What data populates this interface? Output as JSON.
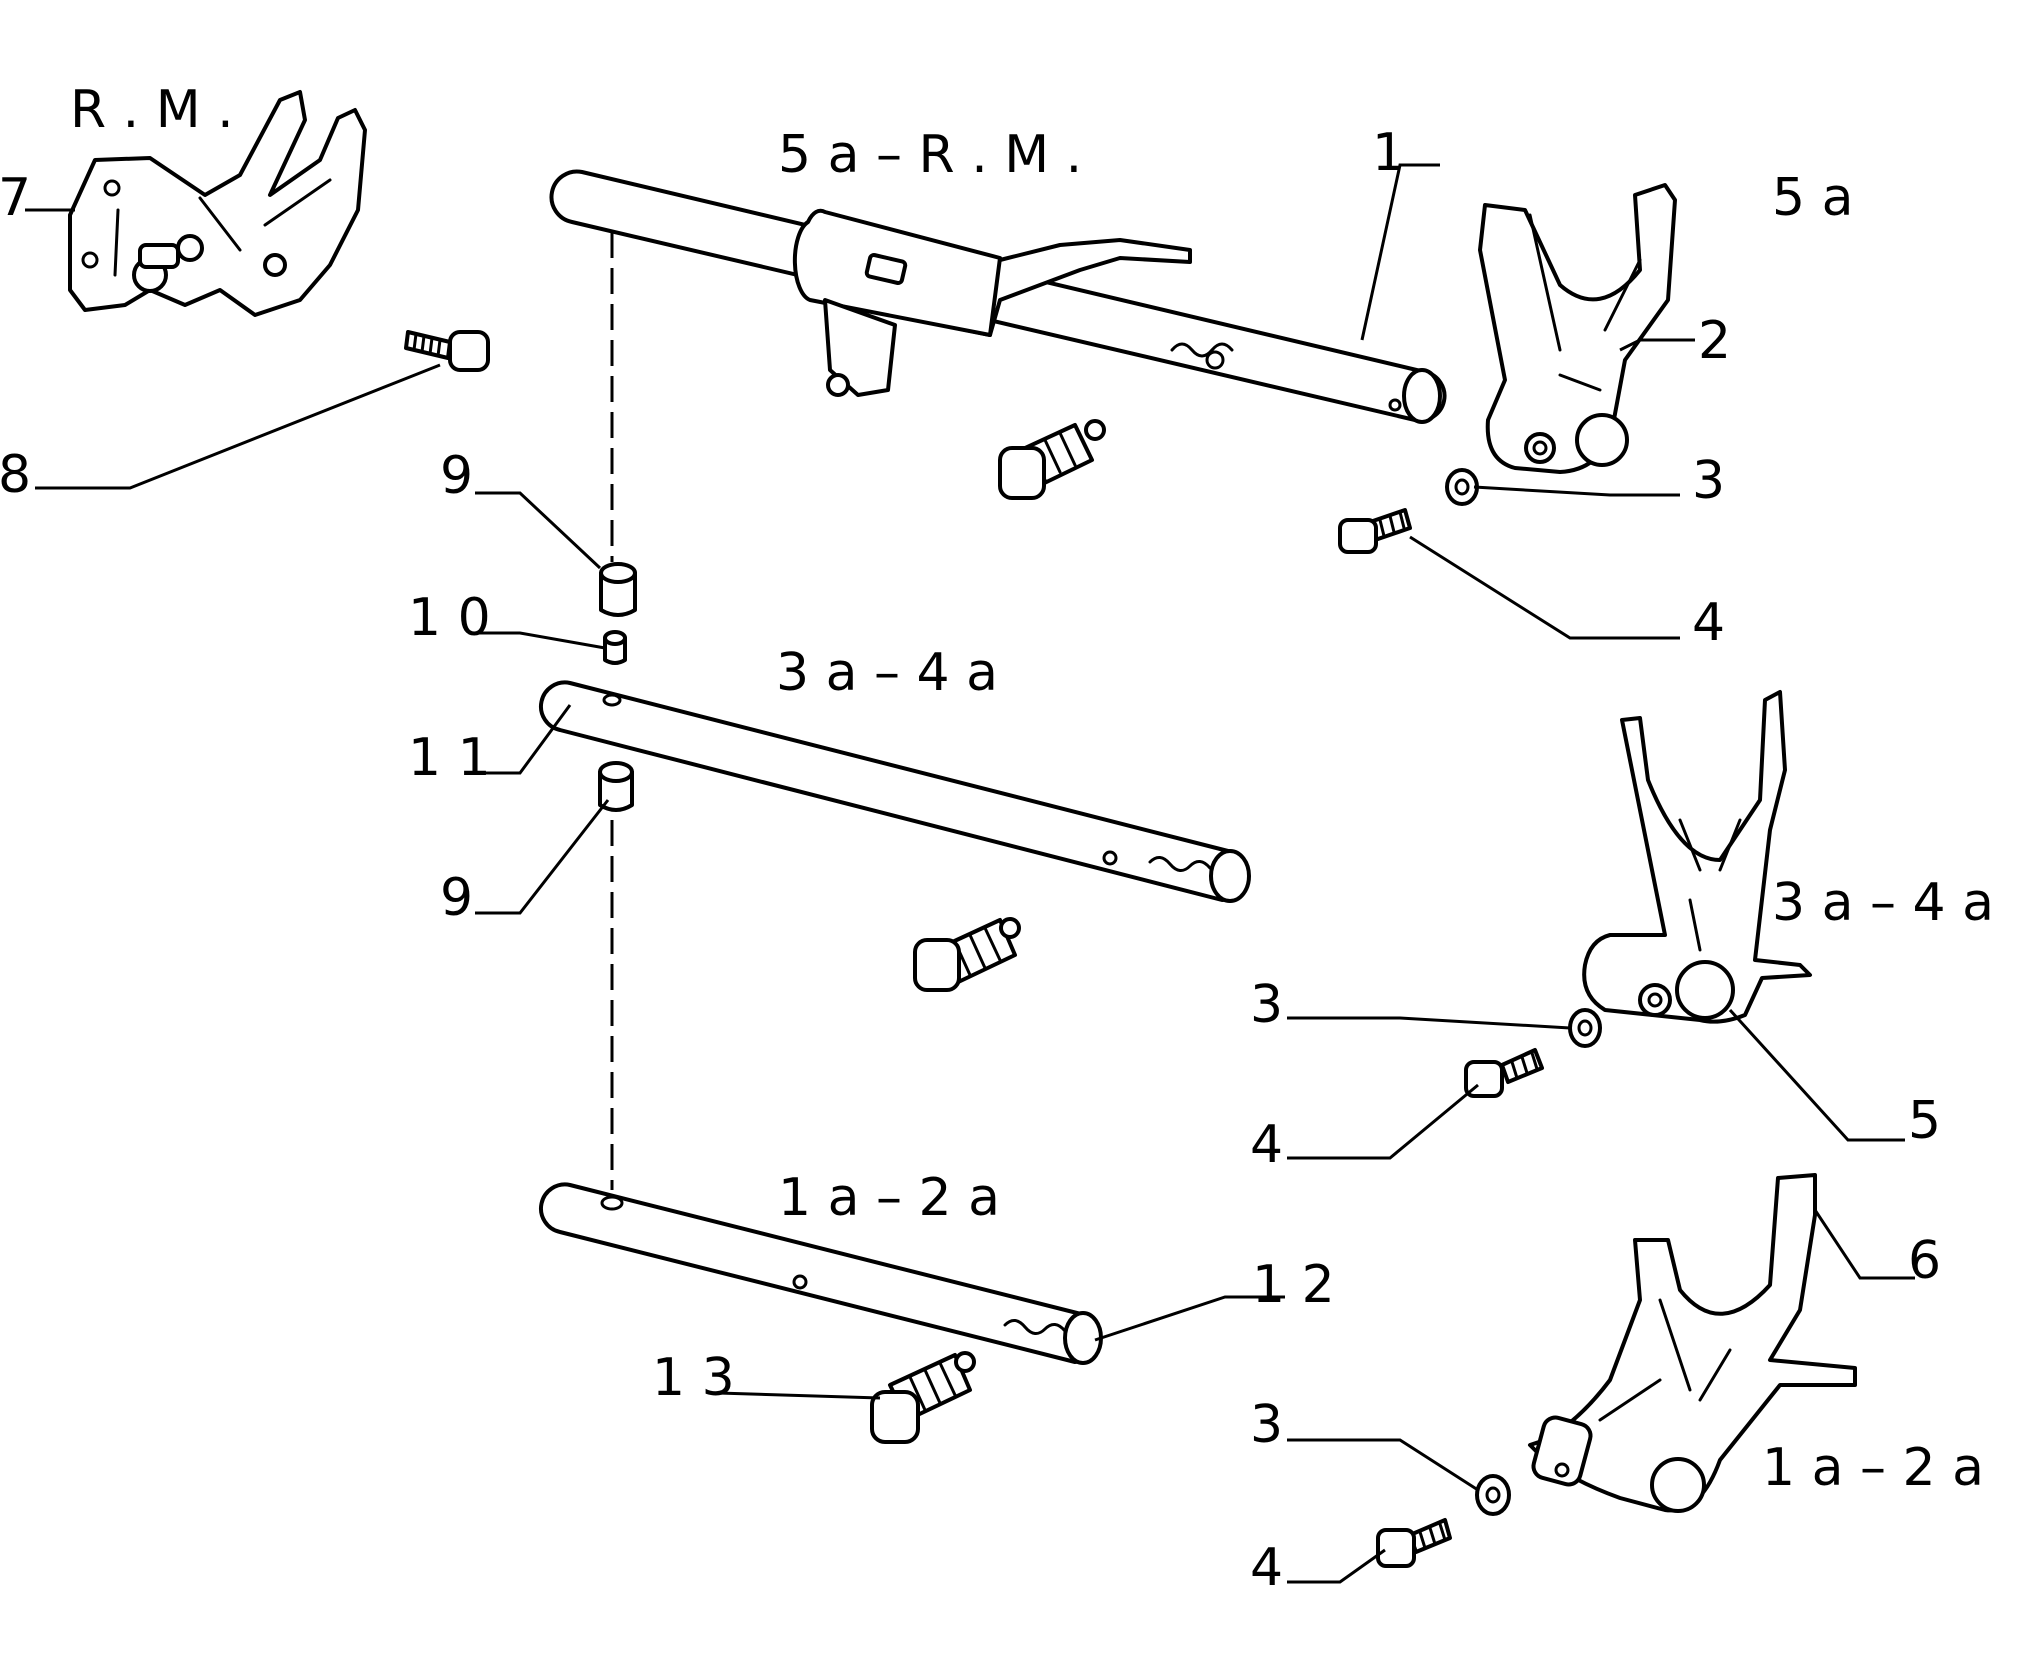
{
  "group_labels": {
    "rm_top_left": "R . M .",
    "fifth_rm": "5 a – R . M .",
    "fifth": "5 a",
    "third_fourth_shaft": "3 a – 4 a",
    "third_fourth_fork": "3 a – 4 a",
    "first_second_shaft": "1 a – 2 a",
    "first_second_fork": "1 a – 2 a"
  },
  "callouts": {
    "c1": "1",
    "c2": "2",
    "c3a": "3",
    "c3b": "3",
    "c3c": "3",
    "c4a": "4",
    "c4b": "4",
    "c4c": "4",
    "c5": "5",
    "c6": "6",
    "c7": "7",
    "c8": "8",
    "c9a": "9",
    "c9b": "9",
    "c10": "1 0",
    "c11": "1 1",
    "c12": "1 2",
    "c13": "1 3"
  }
}
